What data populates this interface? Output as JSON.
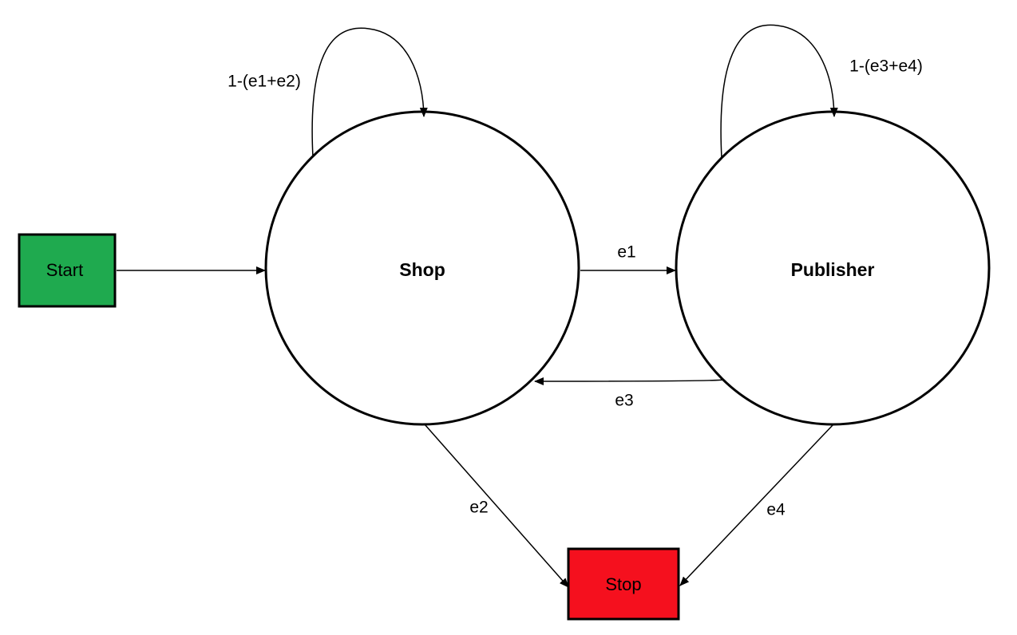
{
  "nodes": {
    "start": {
      "label": "Start",
      "color": "#1faa4f"
    },
    "shop": {
      "label": "Shop"
    },
    "publisher": {
      "label": "Publisher"
    },
    "stop": {
      "label": "Stop",
      "color": "#f5101e"
    }
  },
  "edges": {
    "shop_loop": "1-(e1+e2)",
    "publisher_loop": "1-(e3+e4)",
    "shop_to_publisher": "e1",
    "publisher_to_shop": "e3",
    "shop_to_stop": "e2",
    "publisher_to_stop": "e4"
  }
}
